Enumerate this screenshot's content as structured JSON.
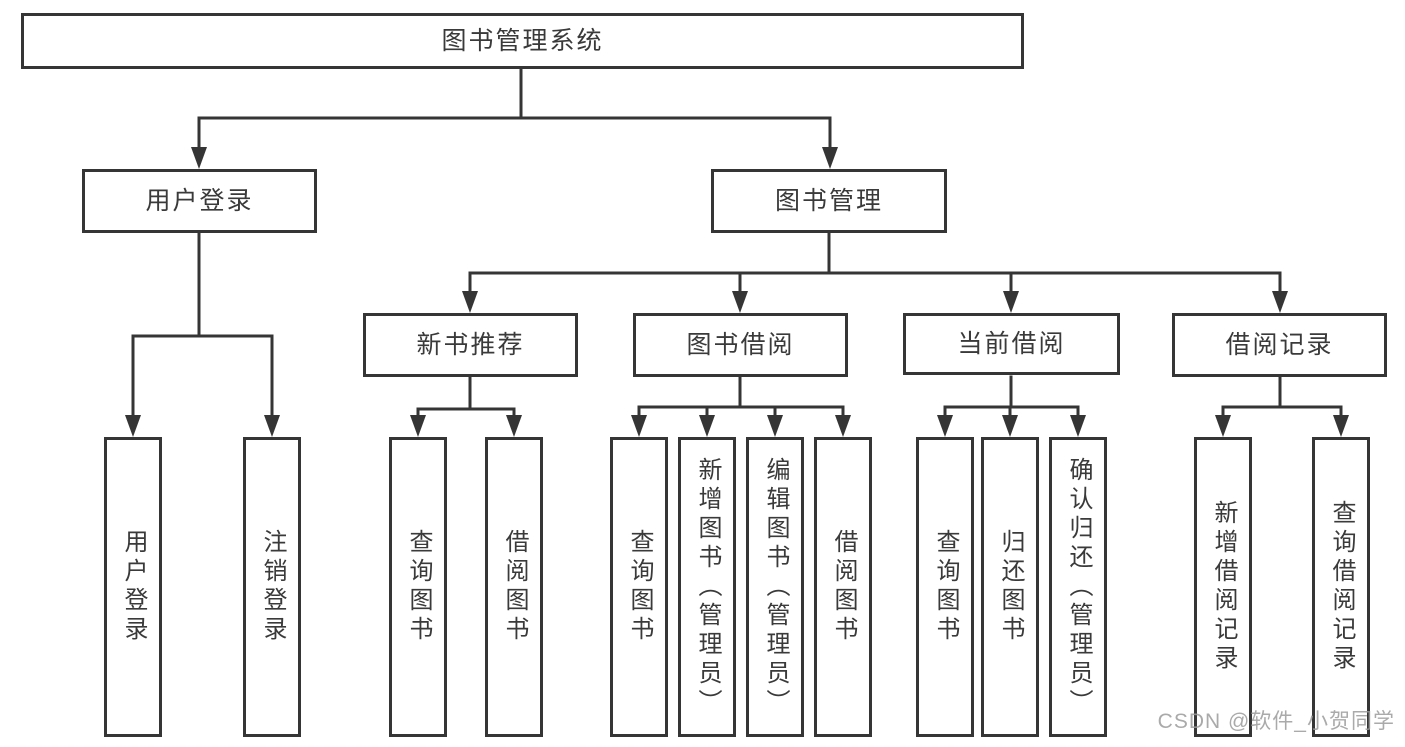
{
  "diagram": {
    "root": {
      "label": "图书管理系统"
    },
    "branches": [
      {
        "label": "用户登录",
        "children": [
          {
            "label": "用户登录"
          },
          {
            "label": "注销登录"
          }
        ]
      },
      {
        "label": "图书管理",
        "children": [
          {
            "label": "新书推荐",
            "children": [
              {
                "label": "查询图书"
              },
              {
                "label": "借阅图书"
              }
            ]
          },
          {
            "label": "图书借阅",
            "children": [
              {
                "label": "查询图书"
              },
              {
                "label": "新增图书（管理员）"
              },
              {
                "label": "编辑图书（管理员）"
              },
              {
                "label": "借阅图书"
              }
            ]
          },
          {
            "label": "当前借阅",
            "children": [
              {
                "label": "查询图书"
              },
              {
                "label": "归还图书"
              },
              {
                "label": "确认归还（管理员）"
              }
            ]
          },
          {
            "label": "借阅记录",
            "children": [
              {
                "label": "新增借阅记录"
              },
              {
                "label": "查询借阅记录"
              }
            ]
          }
        ]
      }
    ],
    "colors": {
      "line": "#353535",
      "text": "#3a3a3a",
      "background": "#ffffff",
      "watermark": "#9b9b9b"
    }
  },
  "watermark": {
    "text": "CSDN @软件_小贺同学"
  }
}
